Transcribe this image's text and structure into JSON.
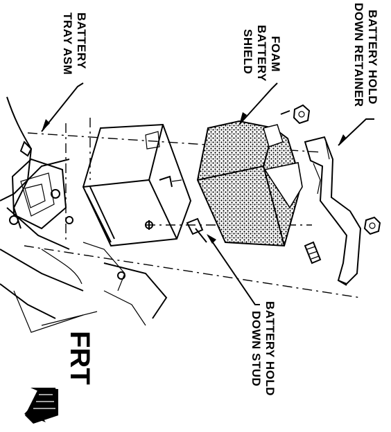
{
  "labels": {
    "battery_tray_asm": [
      "BATTERY",
      "TRAY ASM"
    ],
    "foam_battery_shield": [
      "FOAM",
      "BATTERY",
      "SHIELD"
    ],
    "battery_hold_down_retainer": [
      "BATTERY HOLD",
      "DOWN RETAINER"
    ],
    "battery_hold_down_stud": [
      "BATTERY HOLD",
      "DOWN STUD"
    ],
    "front_indicator": "FRT"
  },
  "colors": {
    "ink": "#000000",
    "background": "#ffffff"
  },
  "icons": {
    "front_arrow": "front-arrow-icon"
  }
}
